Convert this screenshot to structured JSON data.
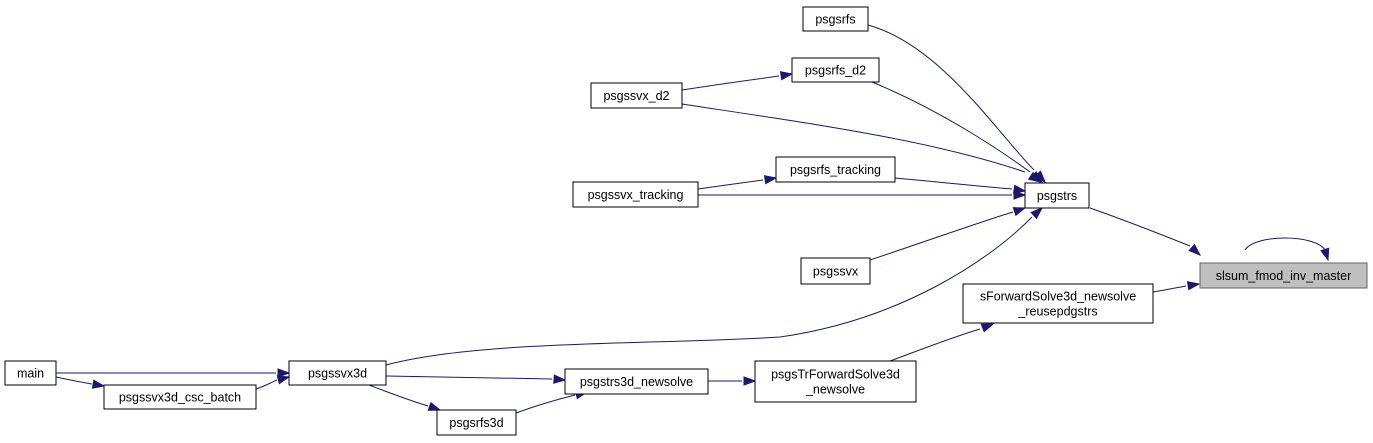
{
  "diagram": {
    "type": "call-graph",
    "nodes": [
      {
        "id": "slsum_fmod_inv_master",
        "lines": [
          "slsum_fmod_inv_master"
        ],
        "root": true
      },
      {
        "id": "psgstrs",
        "lines": [
          "psgstrs"
        ]
      },
      {
        "id": "sForwardSolve3d_newsolve_reusepdgstrs",
        "lines": [
          "sForwardSolve3d_newsolve",
          "_reusepdgstrs"
        ]
      },
      {
        "id": "psgsrfs",
        "lines": [
          "psgsrfs"
        ]
      },
      {
        "id": "psgsrfs_d2",
        "lines": [
          "psgsrfs_d2"
        ]
      },
      {
        "id": "psgssvx_d2",
        "lines": [
          "psgssvx_d2"
        ]
      },
      {
        "id": "psgsrfs_tracking",
        "lines": [
          "psgsrfs_tracking"
        ]
      },
      {
        "id": "psgssvx_tracking",
        "lines": [
          "psgssvx_tracking"
        ]
      },
      {
        "id": "psgssvx",
        "lines": [
          "psgssvx"
        ]
      },
      {
        "id": "psgssvx3d",
        "lines": [
          "psgssvx3d"
        ]
      },
      {
        "id": "main",
        "lines": [
          "main"
        ]
      },
      {
        "id": "psgssvx3d_csc_batch",
        "lines": [
          "psgssvx3d_csc_batch"
        ]
      },
      {
        "id": "psgsTrForwardSolve3d_newsolve",
        "lines": [
          "psgsTrForwardSolve3d",
          "_newsolve"
        ]
      },
      {
        "id": "psgstrs3d_newsolve",
        "lines": [
          "psgstrs3d_newsolve"
        ]
      },
      {
        "id": "psgsrfs3d",
        "lines": [
          "psgsrfs3d"
        ]
      }
    ],
    "edges": [
      {
        "from": "slsum_fmod_inv_master",
        "to": "slsum_fmod_inv_master"
      },
      {
        "from": "psgstrs",
        "to": "slsum_fmod_inv_master"
      },
      {
        "from": "sForwardSolve3d_newsolve_reusepdgstrs",
        "to": "slsum_fmod_inv_master"
      },
      {
        "from": "psgsrfs",
        "to": "psgstrs"
      },
      {
        "from": "psgsrfs_d2",
        "to": "psgstrs"
      },
      {
        "from": "psgssvx_d2",
        "to": "psgstrs"
      },
      {
        "from": "psgsrfs_tracking",
        "to": "psgstrs"
      },
      {
        "from": "psgssvx_tracking",
        "to": "psgstrs"
      },
      {
        "from": "psgssvx",
        "to": "psgstrs"
      },
      {
        "from": "psgssvx3d",
        "to": "psgstrs"
      },
      {
        "from": "psgssvx_d2",
        "to": "psgsrfs_d2"
      },
      {
        "from": "psgssvx_tracking",
        "to": "psgsrfs_tracking"
      },
      {
        "from": "psgsTrForwardSolve3d_newsolve",
        "to": "sForwardSolve3d_newsolve_reusepdgstrs"
      },
      {
        "from": "psgstrs3d_newsolve",
        "to": "psgsTrForwardSolve3d_newsolve"
      },
      {
        "from": "psgssvx3d",
        "to": "psgstrs3d_newsolve"
      },
      {
        "from": "psgsrfs3d",
        "to": "psgstrs3d_newsolve"
      },
      {
        "from": "psgssvx3d",
        "to": "psgsrfs3d"
      },
      {
        "from": "main",
        "to": "psgssvx3d"
      },
      {
        "from": "psgssvx3d_csc_batch",
        "to": "psgssvx3d"
      },
      {
        "from": "main",
        "to": "psgssvx3d_csc_batch"
      }
    ]
  }
}
